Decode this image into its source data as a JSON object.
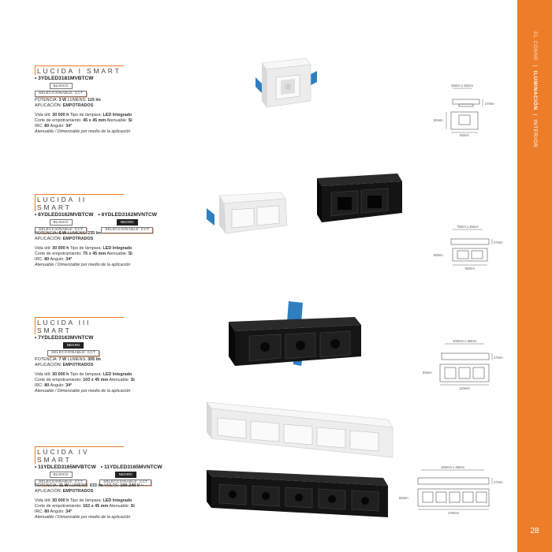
{
  "sidebar": {
    "category": "EL CONNE",
    "section": "ILUMINACIÓN",
    "subsection": "INTERIOR"
  },
  "page_number": "28",
  "products": [
    {
      "series": "LUCIDA I SMART",
      "models": [
        {
          "code": "3YDLED3181MVBTCW",
          "finish": "BLANCO",
          "cct": "SELECCIONABLE: CCT"
        }
      ],
      "power_line": [
        "POTENCIA: ",
        "3 W",
        " LUMENS: ",
        "115 lm"
      ],
      "application_line": [
        "APLICACIÓN: ",
        "EMPOTRADOS"
      ],
      "life_line": [
        "Vida útil: ",
        "30 000 h",
        " Tipo de lámpara: ",
        "LED Integrado"
      ],
      "cutout_line": [
        "Corte de empotramiento: ",
        "45 x 45 mm",
        " Atenuable: ",
        "Si"
      ],
      "irc_line": [
        "IRC: ",
        "80",
        " Angulo: ",
        "34°"
      ],
      "dimmable": "Atenuable / Dimerizable por medio de la aplicación",
      "drawing": {
        "top": "45mm x 45mm",
        "side": "50mm",
        "bottom": "50mm",
        "right": "27mm"
      }
    },
    {
      "series": "LUCIDA II SMART",
      "models": [
        {
          "code": "6YDLED3162MVBTCW",
          "finish": "BLANCO",
          "cct": "SELECCIONABLE: CCT"
        },
        {
          "code": "6YDLED3162MVNTCW",
          "finish": "NEGRO",
          "cct": "SELECCIONABLE: CCT"
        }
      ],
      "power_line": [
        "POTENCIA: ",
        "6 W",
        " LUMENS: ",
        "235 lm"
      ],
      "application_line": [
        "APLICACIÓN: ",
        "EMPOTRADOS"
      ],
      "life_line": [
        "Vida útil: ",
        "30 000 h",
        " Tipo de lámpara: ",
        "LED Integrado"
      ],
      "cutout_line": [
        "Corte de empotramiento: ",
        "75 x 45 mm",
        " Atenuable: ",
        "Si"
      ],
      "irc_line": [
        "IRC: ",
        "80",
        " Angulo: ",
        "34°"
      ],
      "dimmable": "Atenuable / Dimerizable por medio de la aplicación",
      "drawing": {
        "top": "75mm x 45mm",
        "side": "50mm",
        "bottom": "80mm",
        "right": "27mm"
      }
    },
    {
      "series": "LUCIDA III SMART",
      "models": [
        {
          "code": "7YDLED3163MVNTCW",
          "finish": "NEGRO",
          "cct": "SELECCIONABLE: CCT"
        }
      ],
      "power_line": [
        "POTENCIA: ",
        "7 W",
        " LUMENS: ",
        "305 lm"
      ],
      "application_line": [
        "APLICACIÓN: ",
        "EMPOTRADOS"
      ],
      "life_line": [
        "Vida útil: ",
        "30 000 h",
        " Tipo de lámpara: ",
        "LED Integrado"
      ],
      "cutout_line": [
        "Corte de empotramiento: ",
        "103 x 45 mm",
        " Atenuable: ",
        "Si"
      ],
      "irc_line": [
        "IRC: ",
        "80",
        " Angulo: ",
        "34°"
      ],
      "dimmable": "Atenuable / Dimerizable por medio de la aplicación",
      "drawing": {
        "top": "103mm x 45mm",
        "side": "50mm",
        "bottom": "110mm",
        "right": "27mm"
      }
    },
    {
      "series": "LUCIDA IV SMART",
      "models": [
        {
          "code": "11YDLED3165MVBTCW",
          "finish": "BLANCO",
          "cct": "SELECCIONABLE: CCT"
        },
        {
          "code": "11YDLED3165MVNTCW",
          "finish": "NEGRO",
          "cct": "SELECCIONABLE: CCT"
        }
      ],
      "power_line": [
        "POTENCIA: ",
        "11 W",
        " LUMENS: ",
        "633 lm",
        " VOLTS: ",
        "100-240 V ~"
      ],
      "application_line": [
        "APLICACIÓN: ",
        "EMPOTRADOS"
      ],
      "life_line": [
        "Vida útil: ",
        "30 000 h",
        " Tipo de lámpara: ",
        "LED Integrado"
      ],
      "cutout_line": [
        "Corte de empotramiento: ",
        "163 x 45 mm",
        " Atenuable: ",
        "Si"
      ],
      "irc_line": [
        "IRC: ",
        "80",
        " Angulo: ",
        "34°"
      ],
      "dimmable": "Atenuable / Dimerizable por medio de la aplicación",
      "drawing": {
        "top": "163mm x 45mm",
        "side": "50mm",
        "bottom": "170mm",
        "right": "27mm"
      }
    }
  ],
  "colors": {
    "accent": "#ee7d2a",
    "ink": "#333333",
    "black_fixture": "#111111",
    "white_fixture": "#f4f4f4",
    "clip_blue": "#2f7fc0"
  }
}
